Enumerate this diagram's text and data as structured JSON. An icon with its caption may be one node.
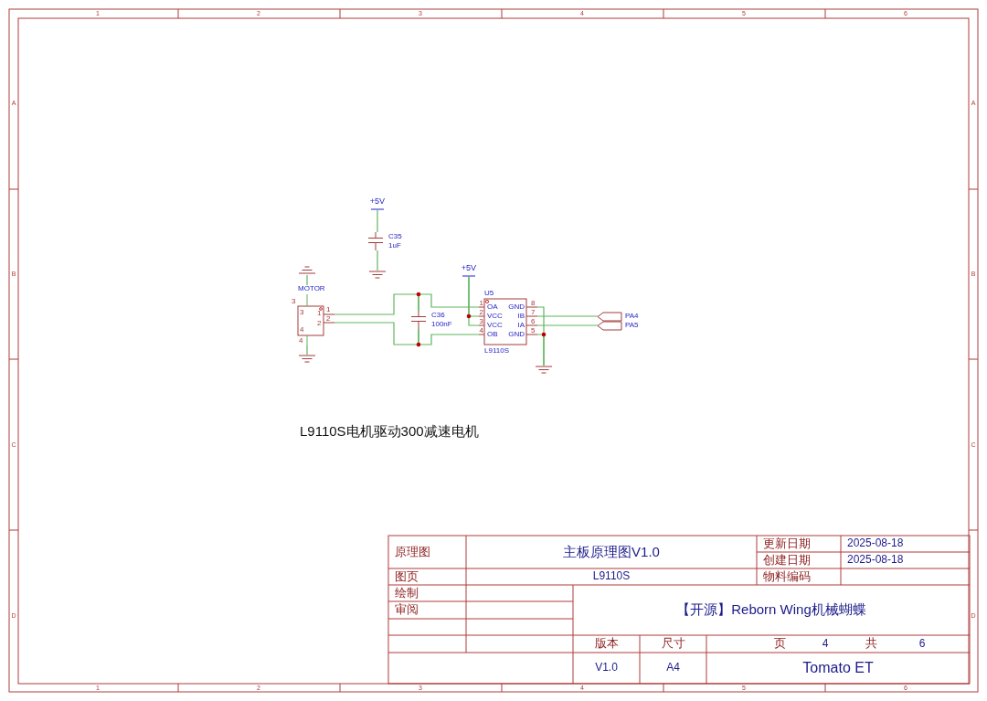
{
  "diagram": {
    "nodes": [
      {
        "text": [
          "+5V"
        ]
      },
      {
        "text": [
          "C35",
          "1uF"
        ]
      },
      {
        "text": [],
        "shape": "ground"
      },
      {
        "text": [],
        "shape": "ground"
      },
      {
        "text": [
          "+5V"
        ]
      },
      {
        "text": [
          "MOTOR",
          "3",
          "3",
          "1",
          "1",
          "2",
          "2",
          "4",
          "4"
        ]
      },
      {
        "text": [
          "C36",
          "100nF"
        ]
      },
      {
        "text": [
          "U5",
          "OA",
          "VCC",
          "VCC",
          "OB",
          "GND",
          "IB",
          "IA",
          "GND",
          "L9110S",
          "1",
          "2",
          "3",
          "4",
          "8",
          "7",
          "6",
          "5"
        ]
      },
      {
        "text": [
          "PA4"
        ]
      },
      {
        "text": [
          "PA5"
        ]
      },
      {
        "text": [],
        "shape": "ground"
      },
      {
        "text": [],
        "shape": "ground"
      }
    ],
    "edges": [
      {
        "from": 0,
        "to": 1,
        "arrow": "none"
      },
      {
        "from": 1,
        "to": 2,
        "arrow": "none"
      },
      {
        "from": 3,
        "to": 5,
        "arrow": "none"
      },
      {
        "from": 5,
        "to": 10,
        "arrow": "none"
      },
      {
        "from": 5,
        "to": 6,
        "arrow": "none"
      },
      {
        "from": 5,
        "to": 6,
        "arrow": "none"
      },
      {
        "from": 6,
        "to": 7,
        "arrow": "none"
      },
      {
        "from": 6,
        "to": 7,
        "arrow": "none"
      },
      {
        "from": 4,
        "to": 7,
        "arrow": "none"
      },
      {
        "from": 4,
        "to": 7,
        "arrow": "none"
      },
      {
        "from": 7,
        "to": 11,
        "arrow": "none"
      },
      {
        "from": 7,
        "to": 11,
        "arrow": "none"
      },
      {
        "from": 7,
        "to": 8,
        "arrow": "none"
      },
      {
        "from": 7,
        "to": 9,
        "arrow": "none"
      }
    ],
    "labels": [
      "1",
      "2",
      "3",
      "4",
      "5",
      "6",
      "A",
      "A",
      "B",
      "B",
      "L9110S电机驱动300减速电机",
      "C",
      "C",
      "D",
      "D",
      "原理图",
      "主板原理图V1.0",
      "更新日期",
      "2025-08-18",
      "创建日期",
      "2025-08-18",
      "图页",
      "L9110S",
      "物料编码",
      "绘制",
      "审阅",
      "【开源】Reborn Wing机械蝴蝶",
      "版本",
      "尺寸",
      "页",
      "4",
      "共",
      "6",
      "V1.0",
      "A4",
      "Tomato ET",
      "1",
      "2",
      "3",
      "4",
      "5",
      "6"
    ]
  }
}
